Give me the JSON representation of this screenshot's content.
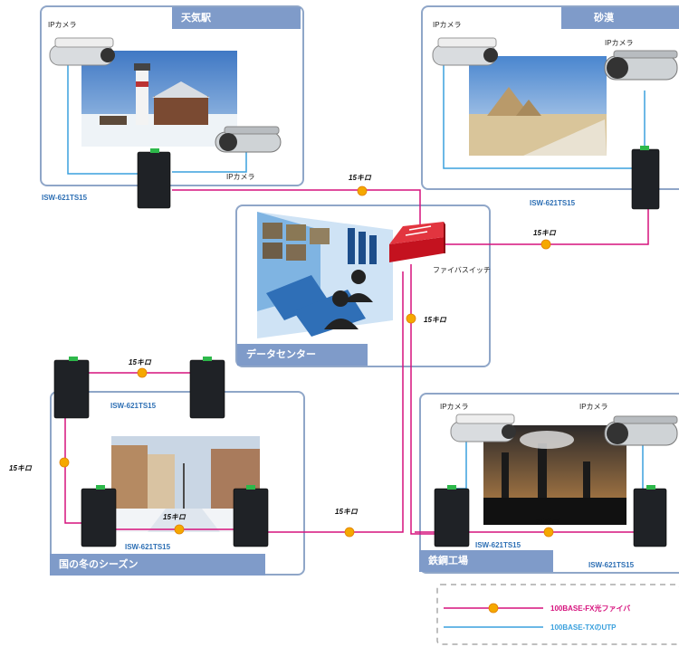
{
  "areas": {
    "weather_station": "天気駅",
    "desert": "砂漠",
    "data_center": "データセンター",
    "winter_country": "国の冬のシーズン",
    "steel_plant": "鉄鋼工場"
  },
  "devices": {
    "ip_camera": "IPカメラ",
    "fiber_switch": "ファイバスイッチ",
    "switch_model": "ISW-621TS15"
  },
  "distance": "15キロ",
  "legend": {
    "fiber": "100BASE-FX光ファイバ",
    "utp": "100BASE-TXのUTP"
  },
  "colors": {
    "fiber": "#d6127d",
    "utp": "#3aa0dd",
    "panel_border": "#8fa6c8",
    "tab": "#7f9bc9",
    "connector": "#f5a800"
  }
}
